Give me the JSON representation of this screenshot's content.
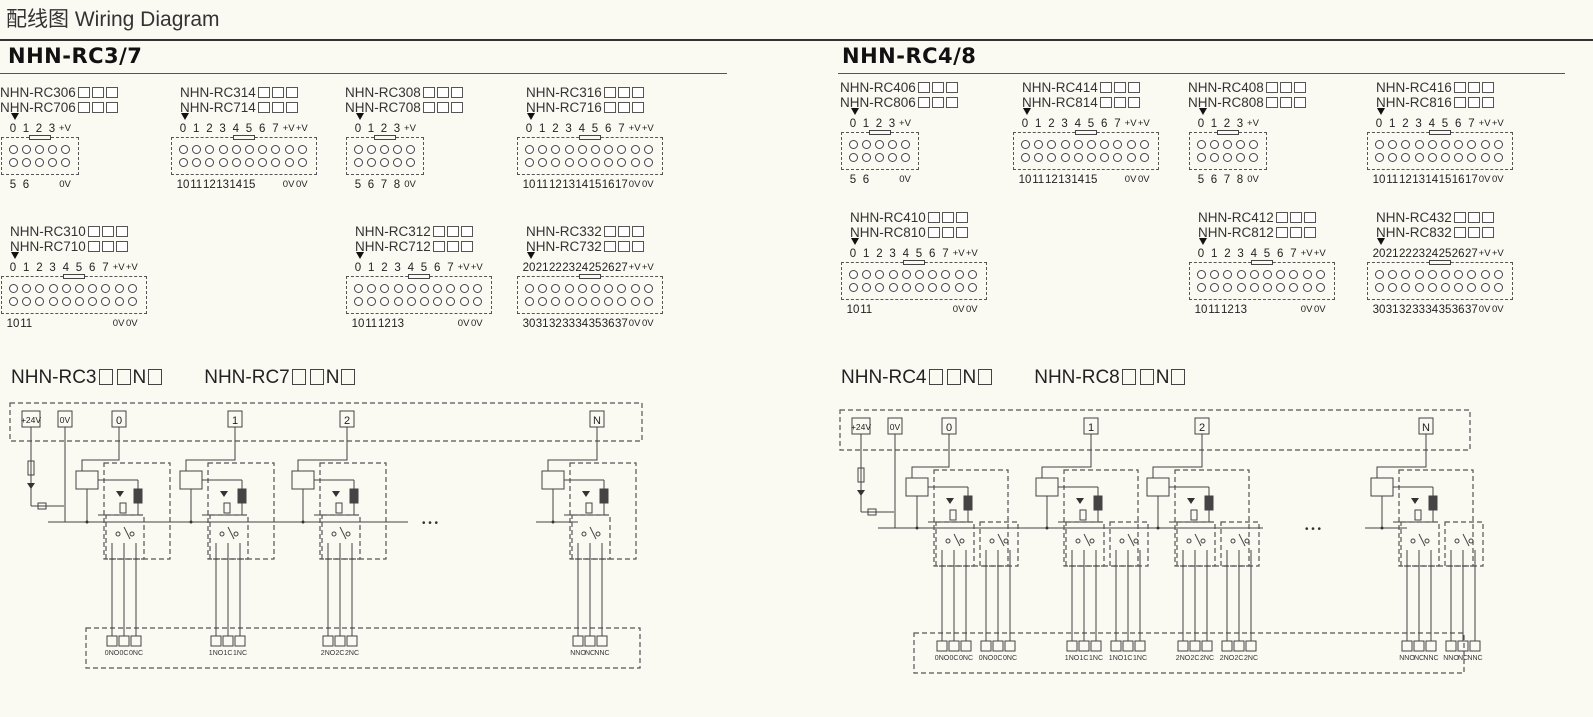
{
  "header": {
    "title_cn": "配线图",
    "title_en": "Wiring Diagram"
  },
  "sections": [
    {
      "heading": "NHN-RC3/7",
      "modules": [
        {
          "models": [
            "NHN-RC306",
            "NHN-RC706"
          ],
          "top_labels": [
            "0",
            "1",
            "2",
            "3",
            "+V"
          ],
          "bottom_labels": [
            "5",
            "6",
            "",
            "",
            "0V"
          ]
        },
        {
          "models": [
            "NHN-RC314",
            "NHN-RC714"
          ],
          "top_labels": [
            "0",
            "1",
            "2",
            "3",
            "4",
            "5",
            "6",
            "7",
            "+V",
            "+V"
          ],
          "bottom_labels": [
            "10",
            "11",
            "12",
            "13",
            "14",
            "15",
            "",
            "",
            "0V",
            "0V"
          ]
        },
        {
          "models": [
            "NHN-RC308",
            "NHN-RC708"
          ],
          "top_labels": [
            "0",
            "1",
            "2",
            "3",
            "+V"
          ],
          "bottom_labels": [
            "5",
            "6",
            "7",
            "8",
            "0V"
          ]
        },
        {
          "models": [
            "NHN-RC316",
            "NHN-RC716"
          ],
          "top_labels": [
            "0",
            "1",
            "2",
            "3",
            "4",
            "5",
            "6",
            "7",
            "+V",
            "+V"
          ],
          "bottom_labels": [
            "10",
            "11",
            "12",
            "13",
            "14",
            "15",
            "16",
            "17",
            "0V",
            "0V"
          ]
        },
        {
          "models": [
            "NHN-RC310",
            "NHN-RC710"
          ],
          "top_labels": [
            "0",
            "1",
            "2",
            "3",
            "4",
            "5",
            "6",
            "7",
            "+V",
            "+V"
          ],
          "bottom_labels": [
            "10",
            "11",
            "",
            "",
            "",
            "",
            "",
            "",
            "0V",
            "0V"
          ]
        },
        {
          "models": [
            "NHN-RC312",
            "NHN-RC712"
          ],
          "top_labels": [
            "0",
            "1",
            "2",
            "3",
            "4",
            "5",
            "6",
            "7",
            "+V",
            "+V"
          ],
          "bottom_labels": [
            "10",
            "11",
            "12",
            "13",
            "",
            "",
            "",
            "",
            "0V",
            "0V"
          ]
        },
        {
          "models": [
            "NHN-RC332",
            "NHN-RC732"
          ],
          "top_labels": [
            "20",
            "21",
            "22",
            "23",
            "24",
            "25",
            "26",
            "27",
            "+V",
            "+V"
          ],
          "bottom_labels": [
            "30",
            "31",
            "32",
            "33",
            "34",
            "35",
            "36",
            "37",
            "0V",
            "0V"
          ]
        }
      ],
      "schematic": {
        "title_a": "NHN-RC3",
        "title_b": "NHN-RC7",
        "suffix": "N",
        "power_labels": [
          "+24V",
          "0V"
        ],
        "channels": [
          "0",
          "1",
          "2",
          "N"
        ],
        "ellipsis": "• • •",
        "terminals": [
          [
            "0NO",
            "0C",
            "0NC"
          ],
          [
            "1NO",
            "1C",
            "1NC"
          ],
          [
            "2NO",
            "2C",
            "2NC"
          ],
          [
            "NNO",
            "NC",
            "NNC"
          ]
        ]
      }
    },
    {
      "heading": "NHN-RC4/8",
      "modules": [
        {
          "models": [
            "NHN-RC406",
            "NHN-RC806"
          ],
          "top_labels": [
            "0",
            "1",
            "2",
            "3",
            "+V"
          ],
          "bottom_labels": [
            "5",
            "6",
            "",
            "",
            "0V"
          ]
        },
        {
          "models": [
            "NHN-RC414",
            "NHN-RC814"
          ],
          "top_labels": [
            "0",
            "1",
            "2",
            "3",
            "4",
            "5",
            "6",
            "7",
            "+V",
            "+V"
          ],
          "bottom_labels": [
            "10",
            "11",
            "12",
            "13",
            "14",
            "15",
            "",
            "",
            "0V",
            "0V"
          ]
        },
        {
          "models": [
            "NHN-RC408",
            "NHN-RC808"
          ],
          "top_labels": [
            "0",
            "1",
            "2",
            "3",
            "+V"
          ],
          "bottom_labels": [
            "5",
            "6",
            "7",
            "8",
            "0V"
          ]
        },
        {
          "models": [
            "NHN-RC416",
            "NHN-RC816"
          ],
          "top_labels": [
            "0",
            "1",
            "2",
            "3",
            "4",
            "5",
            "6",
            "7",
            "+V",
            "+V"
          ],
          "bottom_labels": [
            "10",
            "11",
            "12",
            "13",
            "14",
            "15",
            "16",
            "17",
            "0V",
            "0V"
          ]
        },
        {
          "models": [
            "NHN-RC410",
            "NHN-RC810"
          ],
          "top_labels": [
            "0",
            "1",
            "2",
            "3",
            "4",
            "5",
            "6",
            "7",
            "+V",
            "+V"
          ],
          "bottom_labels": [
            "10",
            "11",
            "",
            "",
            "",
            "",
            "",
            "",
            "0V",
            "0V"
          ]
        },
        {
          "models": [
            "NHN-RC412",
            "NHN-RC812"
          ],
          "top_labels": [
            "0",
            "1",
            "2",
            "3",
            "4",
            "5",
            "6",
            "7",
            "+V",
            "+V"
          ],
          "bottom_labels": [
            "10",
            "11",
            "12",
            "13",
            "",
            "",
            "",
            "",
            "0V",
            "0V"
          ]
        },
        {
          "models": [
            "NHN-RC432",
            "NHN-RC832"
          ],
          "top_labels": [
            "20",
            "21",
            "22",
            "23",
            "24",
            "25",
            "26",
            "27",
            "+V",
            "+V"
          ],
          "bottom_labels": [
            "30",
            "31",
            "32",
            "33",
            "34",
            "35",
            "36",
            "37",
            "0V",
            "0V"
          ]
        }
      ],
      "schematic": {
        "title_a": "NHN-RC4",
        "title_b": "NHN-RC8",
        "suffix": "N",
        "power_labels": [
          "+24V",
          "0V"
        ],
        "channels": [
          "0",
          "1",
          "2",
          "N"
        ],
        "ellipsis": "• • •",
        "terminals": [
          [
            "0NO",
            "0C",
            "0NC",
            "0NO",
            "0C",
            "0NC"
          ],
          [
            "1NO",
            "1C",
            "1NC",
            "1NO",
            "1C",
            "1NC"
          ],
          [
            "2NO",
            "2C",
            "2NC",
            "2NO",
            "2C",
            "2NC"
          ],
          [
            "NNO",
            "NC",
            "NNC",
            "NNO",
            "NC",
            "NNC"
          ]
        ]
      }
    }
  ]
}
